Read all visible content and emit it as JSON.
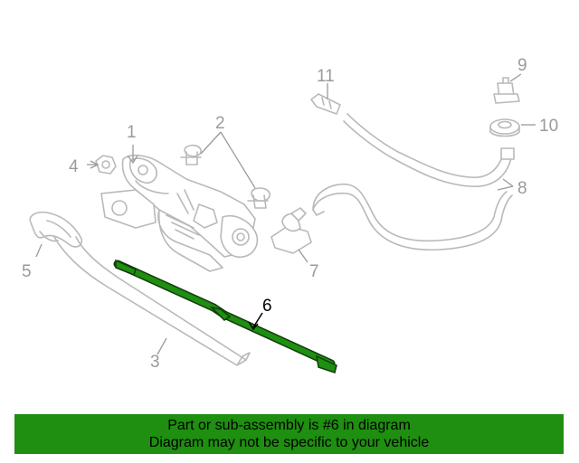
{
  "callouts": {
    "c1": "1",
    "c2": "2",
    "c3": "3",
    "c4": "4",
    "c5": "5",
    "c6": "6",
    "c7": "7",
    "c8": "8",
    "c9": "9",
    "c10": "10",
    "c11": "11"
  },
  "highlight_color": "#1e8f10",
  "banner": {
    "line1": "Part or sub-assembly is #6 in diagram",
    "line2": "Diagram may not be specific to your vehicle"
  }
}
